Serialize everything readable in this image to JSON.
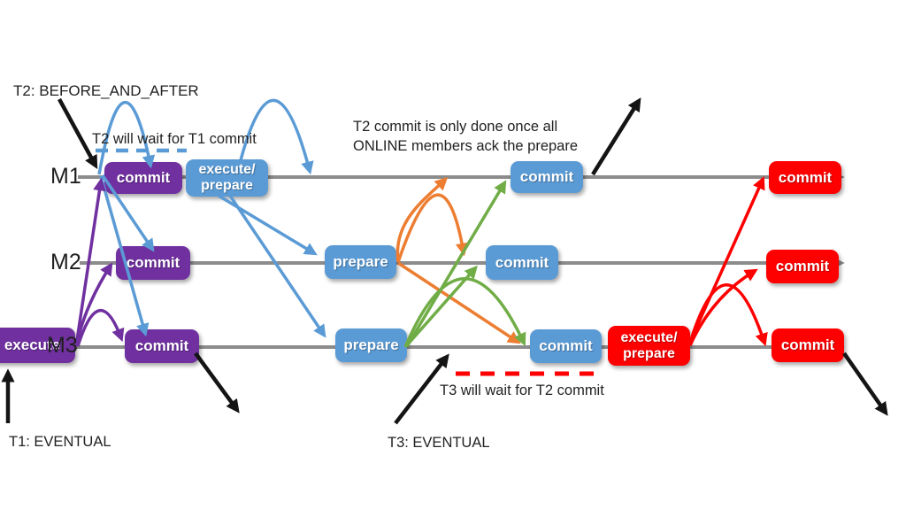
{
  "colors": {
    "purple": "#7030A0",
    "blue": "#5B9BD5",
    "red": "#FE0000",
    "orange": "#ED7D31",
    "green": "#70AD47",
    "timeline": "#8C8C8C",
    "black": "#141414"
  },
  "timelines": [
    {
      "label": "M1"
    },
    {
      "label": "M2"
    },
    {
      "label": "M3"
    }
  ],
  "boxes": [
    {
      "label": "execute",
      "transaction": "T1",
      "member": "M3"
    },
    {
      "label": "commit",
      "transaction": "T1",
      "member": "M1"
    },
    {
      "label": "commit",
      "transaction": "T1",
      "member": "M2"
    },
    {
      "label": "commit",
      "transaction": "T1",
      "member": "M3"
    },
    {
      "label": "execute/\nprepare",
      "transaction": "T2",
      "member": "M1"
    },
    {
      "label": "prepare",
      "transaction": "T2",
      "member": "M2"
    },
    {
      "label": "prepare",
      "transaction": "T2",
      "member": "M3"
    },
    {
      "label": "commit",
      "transaction": "T2",
      "member": "M1"
    },
    {
      "label": "commit",
      "transaction": "T2",
      "member": "M2"
    },
    {
      "label": "commit",
      "transaction": "T2",
      "member": "M3"
    },
    {
      "label": "execute/\nprepare",
      "transaction": "T3",
      "member": "M3"
    },
    {
      "label": "commit",
      "transaction": "T3",
      "member": "M1"
    },
    {
      "label": "commit",
      "transaction": "T3",
      "member": "M2"
    },
    {
      "label": "commit",
      "transaction": "T3",
      "member": "M3"
    }
  ],
  "annotations": {
    "t2_mode": "T2: BEFORE_AND_AFTER",
    "t2_wait": "T2 will wait for T1 commit",
    "t2_commit_note": "T2 commit is only done once all\nONLINE members ack the prepare",
    "t3_wait": "T3 will wait for T2 commit",
    "t1_mode": "T1: EVENTUAL",
    "t3_mode": "T3: EVENTUAL"
  }
}
